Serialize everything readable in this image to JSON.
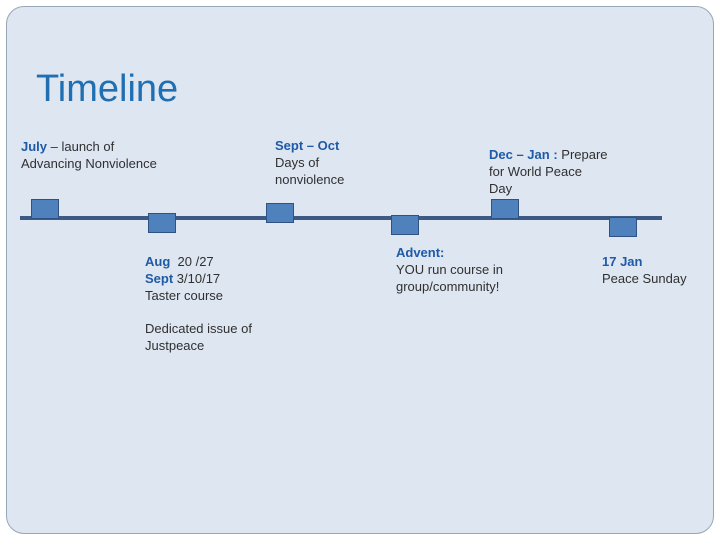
{
  "title": "Timeline",
  "events": [
    {
      "highlight": "July",
      "rest": " – launch of",
      "line2": "Advancing Nonviolence"
    },
    {
      "highlight": "Aug",
      "rest": "  20 /27",
      "line2_highlight": "Sept",
      "line2_rest": " 3/10/17",
      "line3": "Taster course"
    },
    {
      "dedicated_line1": "Dedicated issue of",
      "dedicated_line2": "Justpeace"
    },
    {
      "highlight": "Sept – Oct",
      "line2": "Days of",
      "line3": "nonviolence"
    },
    {
      "highlight": "Advent:",
      "line2": "YOU run course in",
      "line3": "group/community!"
    },
    {
      "highlight": "Dec – Jan :",
      "rest": " Prepare",
      "line2": "for World Peace",
      "line3": "Day"
    },
    {
      "highlight": "17 Jan",
      "line2": "Peace Sunday"
    }
  ],
  "colors": {
    "background": "#dde6f1",
    "title": "#1f6fb2",
    "accent_text": "#1f5aa6",
    "axis": "#3d5a85",
    "marker": "#4f81bd"
  }
}
